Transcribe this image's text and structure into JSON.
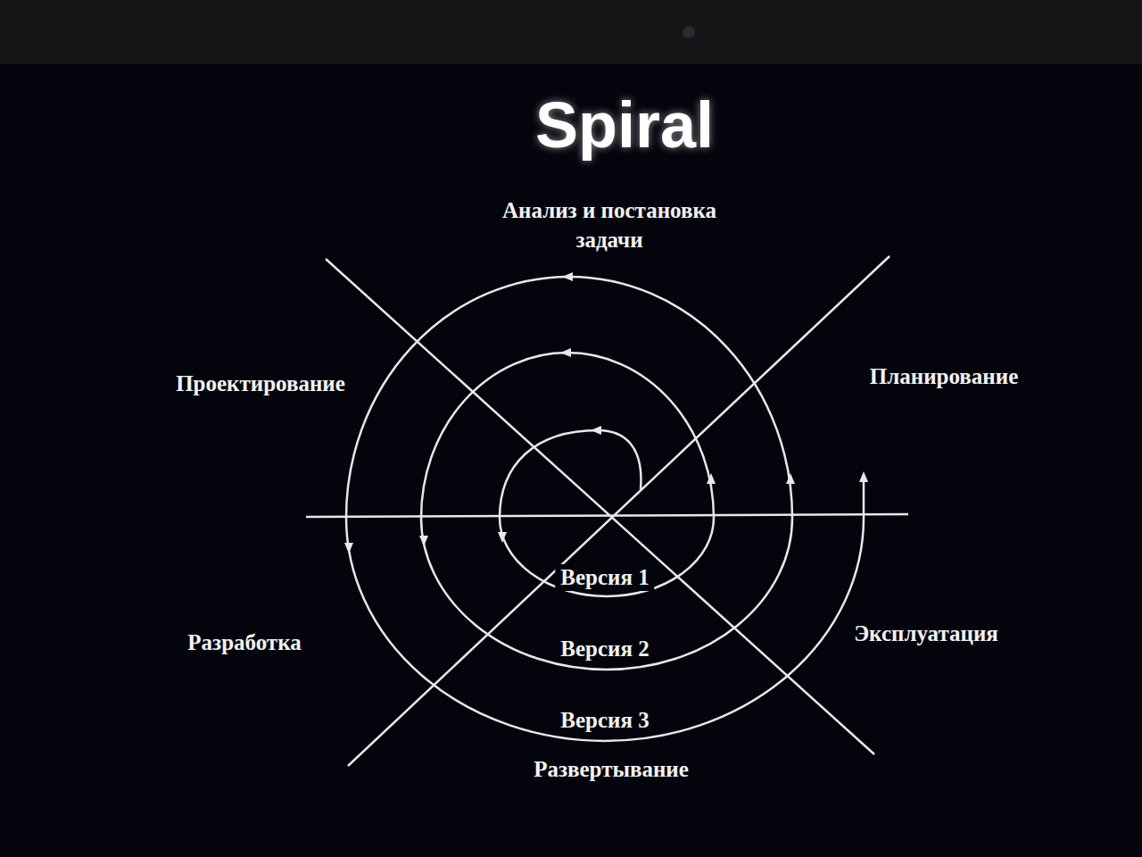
{
  "diagram": {
    "title": "Spiral",
    "labels": [
      "Анализ и постановка задачи",
      "Проектирование",
      "Планирование",
      "Разработка",
      "Эксплуатация",
      "Развертывание",
      "Версия 1",
      "Версия 2",
      "Версия 3"
    ]
  }
}
